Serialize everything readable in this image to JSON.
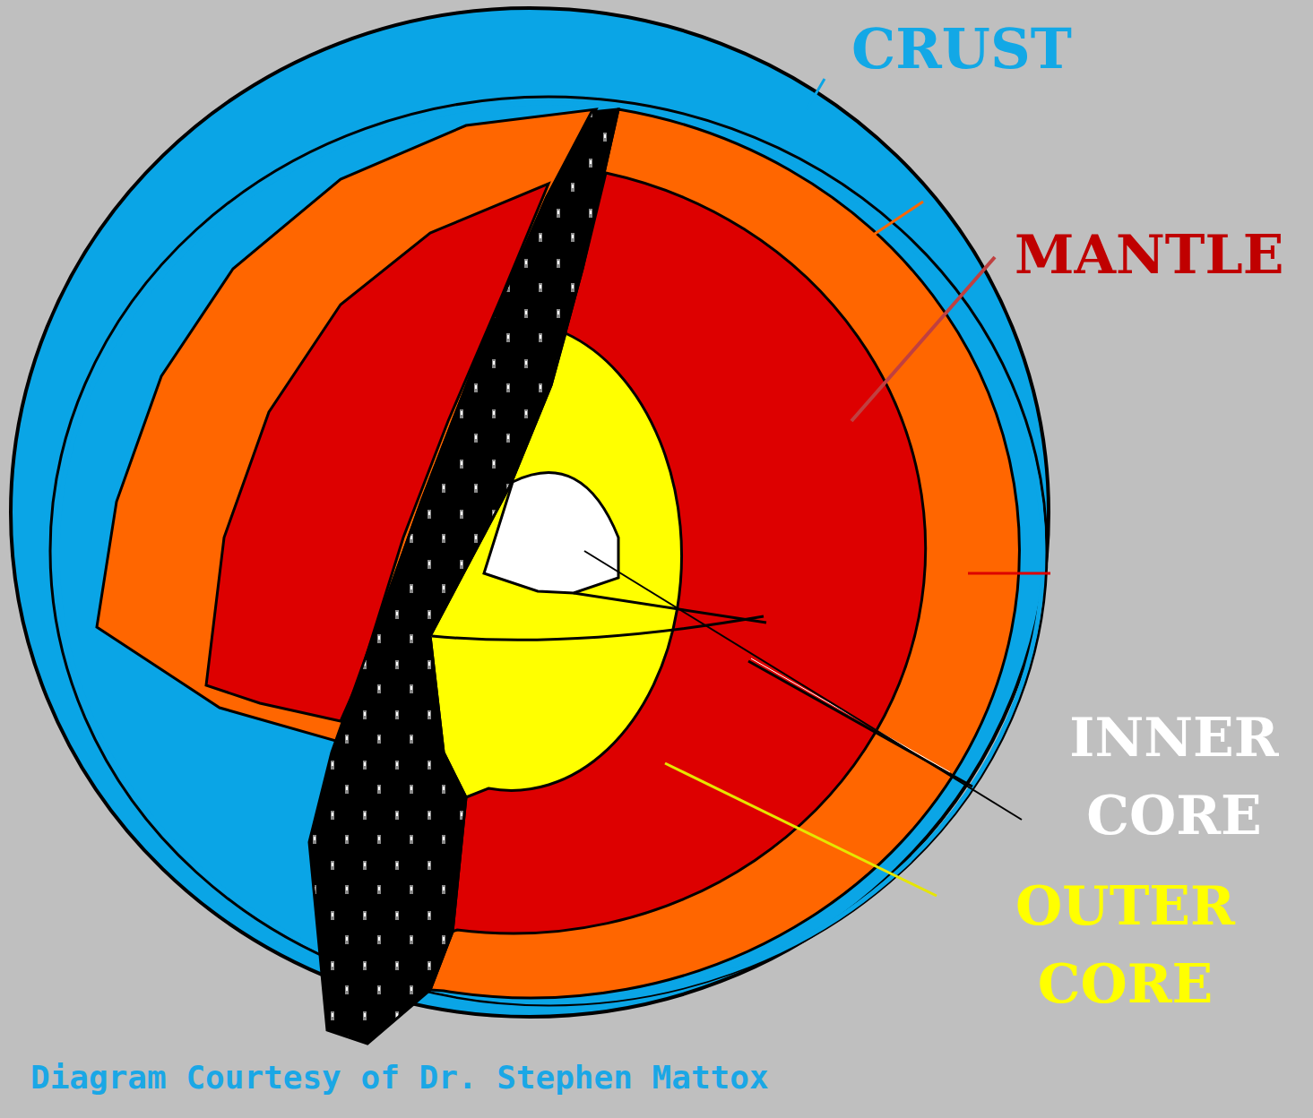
{
  "diagram": {
    "caption": "Diagram Courtesy of Dr. Stephen Mattox",
    "labels": [
      "CRUST",
      "MANTLE",
      "INNER CORE",
      "OUTER CORE"
    ]
  }
}
